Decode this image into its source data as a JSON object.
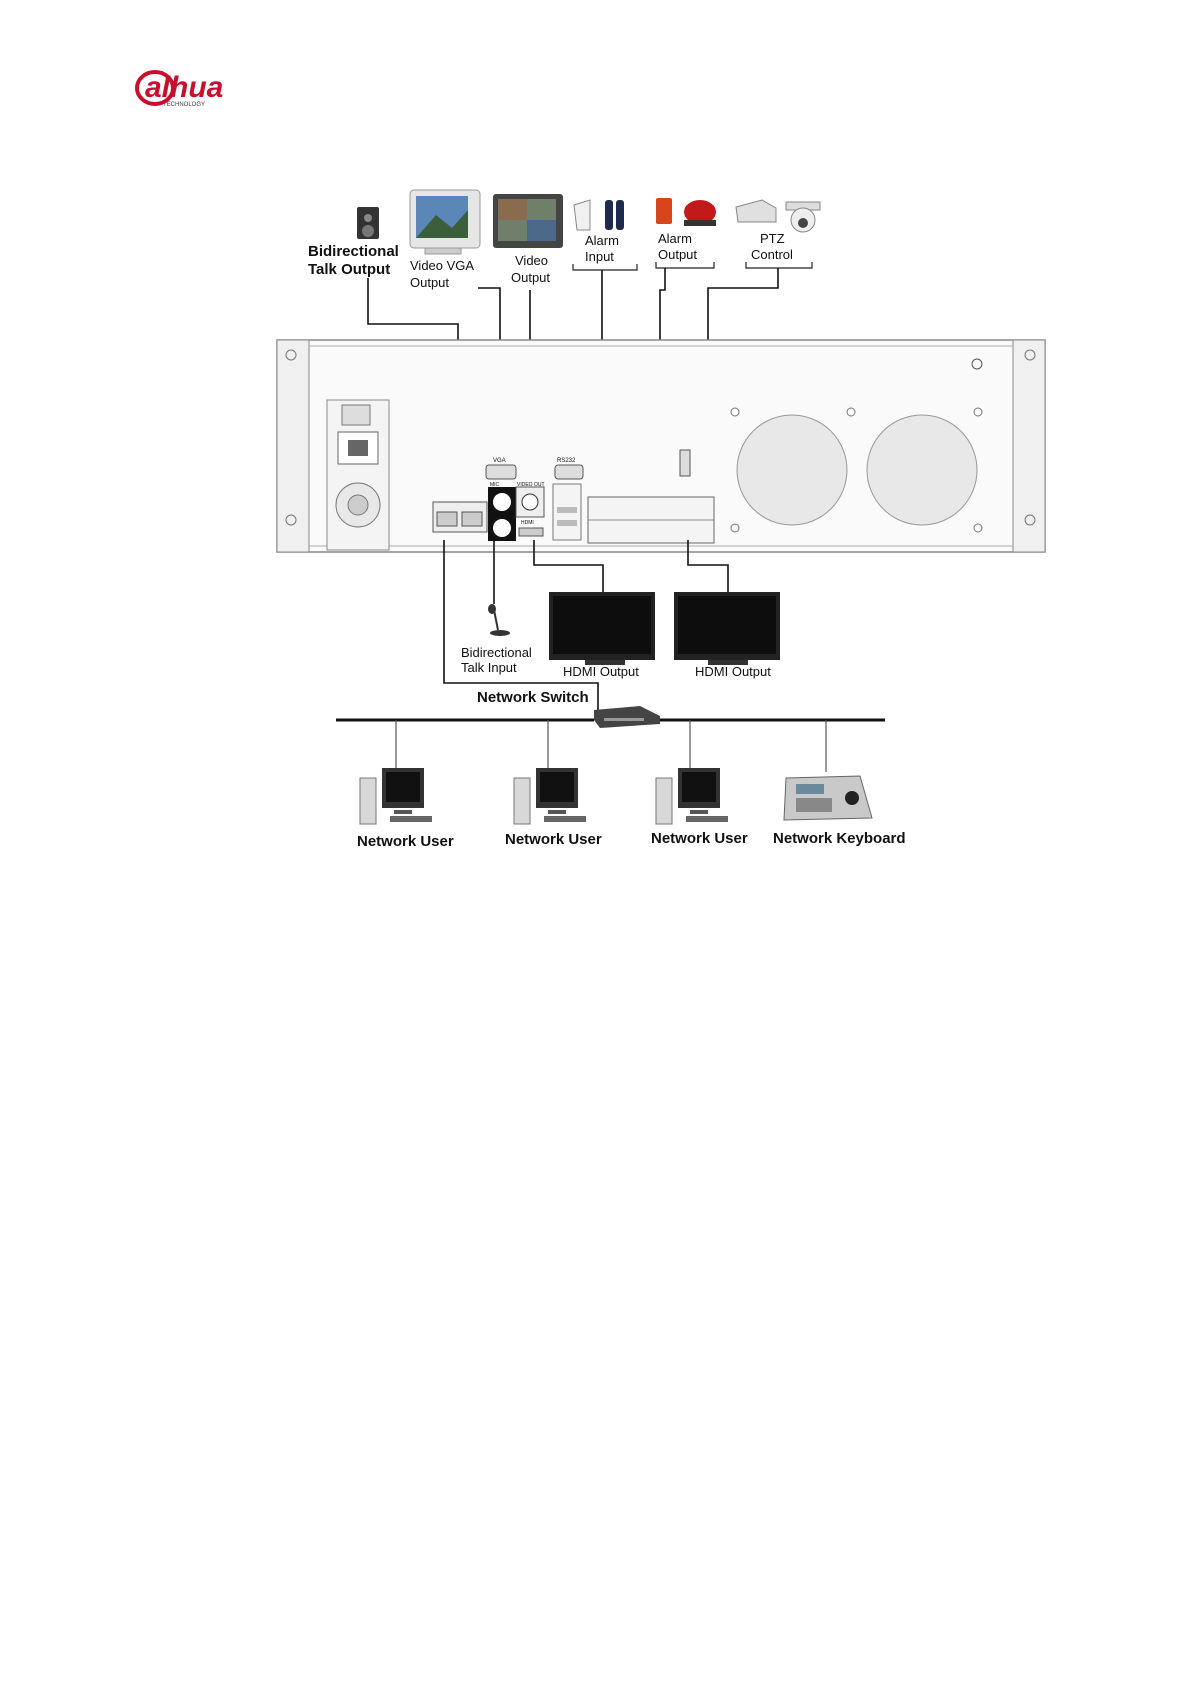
{
  "brand": {
    "name": "alhua",
    "tagline": "TECHNOLOGY",
    "color": "#c8102e"
  },
  "labels": {
    "bidirectional_talk_output": [
      "Bidirectional",
      "Talk Output"
    ],
    "video_vga_output": [
      "Video VGA",
      "Output"
    ],
    "video_output": [
      "Video",
      "Output"
    ],
    "alarm_input": [
      "Alarm",
      "Input"
    ],
    "alarm_output": [
      "Alarm",
      "Output"
    ],
    "ptz_control": [
      "PTZ",
      "Control"
    ],
    "bidirectional_talk_input": [
      "Bidirectional",
      "Talk Input"
    ],
    "hdmi_output_1": "HDMI Output",
    "hdmi_output_2": "HDMI Output",
    "network_switch": "Network Switch",
    "network_user_1": "Network User",
    "network_user_2": "Network User",
    "network_user_3": "Network User",
    "network_keyboard": "Network Keyboard"
  },
  "panel_marks": {
    "vga": "VGA",
    "rs232": "RS232",
    "mic": "MIC",
    "video_out": "VIDEO OUT",
    "hdmi": "HDMI"
  }
}
